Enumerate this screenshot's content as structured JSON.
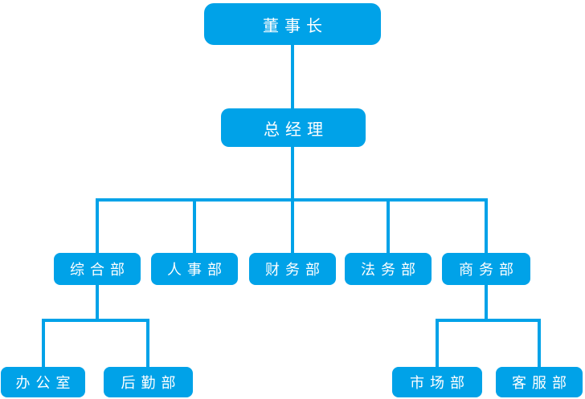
{
  "diagram": {
    "type": "organization-chart",
    "colors": {
      "background": "#ffffff",
      "node_fill": "#00a2e8",
      "node_text": "#ffffff",
      "connector": "#00a2e8"
    },
    "nodes": {
      "chairman": {
        "label": "董事长",
        "level": 1,
        "parent": null
      },
      "general_manager": {
        "label": "总经理",
        "level": 2,
        "parent": "董事长"
      },
      "general_dept": {
        "label": "综合部",
        "level": 3,
        "parent": "总经理"
      },
      "hr_dept": {
        "label": "人事部",
        "level": 3,
        "parent": "总经理"
      },
      "finance_dept": {
        "label": "财务部",
        "level": 3,
        "parent": "总经理"
      },
      "legal_dept": {
        "label": "法务部",
        "level": 3,
        "parent": "总经理"
      },
      "business_dept": {
        "label": "商务部",
        "level": 3,
        "parent": "总经理"
      },
      "office": {
        "label": "办公室",
        "level": 4,
        "parent": "综合部"
      },
      "logistics_dept": {
        "label": "后勤部",
        "level": 4,
        "parent": "综合部"
      },
      "marketing_dept": {
        "label": "市场部",
        "level": 4,
        "parent": "商务部"
      },
      "customer_service_dept": {
        "label": "客服部",
        "level": 4,
        "parent": "商务部"
      }
    },
    "hierarchy": {
      "董事长": [
        "总经理"
      ],
      "总经理": [
        "综合部",
        "人事部",
        "财务部",
        "法务部",
        "商务部"
      ],
      "综合部": [
        "办公室",
        "后勤部"
      ],
      "商务部": [
        "市场部",
        "客服部"
      ]
    }
  }
}
